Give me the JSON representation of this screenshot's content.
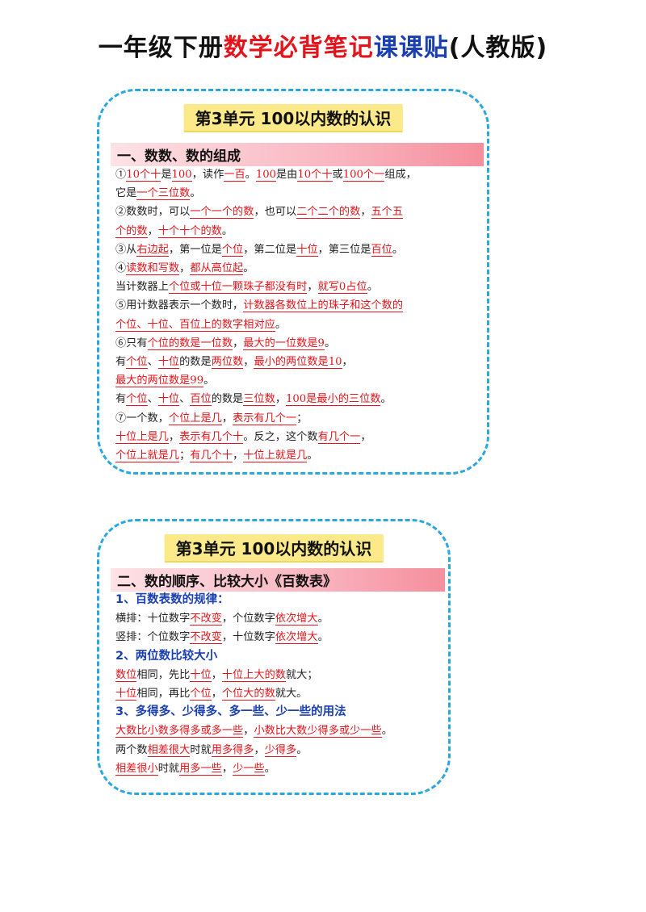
{
  "title": {
    "part1": "一年级下册",
    "part2": "数学必背笔记",
    "part3": "课课贴",
    "part4": "(人教版)"
  },
  "card1": {
    "unit_title": "第3单元  100以内数的认识",
    "section_title": "一、数数、数的组成",
    "lines": [
      [
        {
          "t": "①"
        },
        {
          "t": "10个十",
          "r": 1
        },
        {
          "t": "是"
        },
        {
          "t": "100",
          "r": 1
        },
        {
          "t": "，读作"
        },
        {
          "t": "一百",
          "r": 1
        },
        {
          "t": "。"
        },
        {
          "t": "100",
          "r": 1
        },
        {
          "t": "是由"
        },
        {
          "t": "10个十",
          "r": 1
        },
        {
          "t": "或"
        },
        {
          "t": "100个一",
          "r": 1
        },
        {
          "t": "组成，"
        }
      ],
      [
        {
          "t": "它是"
        },
        {
          "t": "一个三位数",
          "r": 1
        },
        {
          "t": "。"
        }
      ],
      [
        {
          "t": "②数数时，可以"
        },
        {
          "t": "一个一个的数",
          "r": 1
        },
        {
          "t": "，也可以"
        },
        {
          "t": "二个二个的数",
          "r": 1
        },
        {
          "t": "，"
        },
        {
          "t": "五个五",
          "r": 1
        }
      ],
      [
        {
          "t": "个的数",
          "r": 1
        },
        {
          "t": "，"
        },
        {
          "t": "十个十个的数",
          "r": 1
        },
        {
          "t": "。"
        }
      ],
      [
        {
          "t": "③从"
        },
        {
          "t": "右边起",
          "r": 1
        },
        {
          "t": "，第一位是"
        },
        {
          "t": "个位",
          "r": 1
        },
        {
          "t": "，第二位是"
        },
        {
          "t": "十位",
          "r": 1
        },
        {
          "t": "，第三位是"
        },
        {
          "t": "百位",
          "r": 1
        },
        {
          "t": "。"
        }
      ],
      [
        {
          "t": "④"
        },
        {
          "t": "读数和写数",
          "r": 1
        },
        {
          "t": "，"
        },
        {
          "t": "都从高位起",
          "r": 1
        },
        {
          "t": "。"
        }
      ],
      [
        {
          "t": "当计数器上"
        },
        {
          "t": "个位或十位一颗珠子都没有时",
          "r": 1
        },
        {
          "t": "，"
        },
        {
          "t": "就写0占位",
          "r": 1
        },
        {
          "t": "。"
        }
      ],
      [
        {
          "t": "⑤用计数器表示一个数时，"
        },
        {
          "t": "计数器各数位上的珠子和这个数的",
          "r": 1
        }
      ],
      [
        {
          "t": "个位、十位、百位上的数字相对应",
          "r": 1
        },
        {
          "t": "。"
        }
      ],
      [
        {
          "t": "⑥只有"
        },
        {
          "t": "个位的数是一位数",
          "r": 1
        },
        {
          "t": "，"
        },
        {
          "t": "最大的一位数是9",
          "r": 1
        },
        {
          "t": "。"
        }
      ],
      [
        {
          "t": "有"
        },
        {
          "t": "个位",
          "r": 1
        },
        {
          "t": "、"
        },
        {
          "t": "十位",
          "r": 1
        },
        {
          "t": "的数是"
        },
        {
          "t": "两位数",
          "r": 1
        },
        {
          "t": "，"
        },
        {
          "t": "最小的两位数是10",
          "r": 1
        },
        {
          "t": "，"
        }
      ],
      [
        {
          "t": "最大的两位数是99",
          "r": 1
        },
        {
          "t": "。"
        }
      ],
      [
        {
          "t": "有"
        },
        {
          "t": "个位",
          "r": 1
        },
        {
          "t": "、"
        },
        {
          "t": "十位",
          "r": 1
        },
        {
          "t": "、"
        },
        {
          "t": "百位",
          "r": 1
        },
        {
          "t": "的数是"
        },
        {
          "t": "三位数",
          "r": 1
        },
        {
          "t": "，"
        },
        {
          "t": "100是最小的三位数",
          "r": 1
        },
        {
          "t": "。"
        }
      ],
      [
        {
          "t": "⑦一个数，"
        },
        {
          "t": "个位上是几",
          "r": 1
        },
        {
          "t": "，"
        },
        {
          "t": "表示有几个一",
          "r": 1
        },
        {
          "t": "；"
        }
      ],
      [
        {
          "t": "十位上是几",
          "r": 1
        },
        {
          "t": "，"
        },
        {
          "t": "表示有几个十",
          "r": 1
        },
        {
          "t": "。反之，这个数"
        },
        {
          "t": "有几个一",
          "r": 1
        },
        {
          "t": "，"
        }
      ],
      [
        {
          "t": "个位上就是几",
          "r": 1
        },
        {
          "t": "；"
        },
        {
          "t": "有几个十",
          "r": 1
        },
        {
          "t": "，"
        },
        {
          "t": "十位上就是几",
          "r": 1
        },
        {
          "t": "。"
        }
      ]
    ]
  },
  "card2": {
    "unit_title": "第3单元  100以内数的认识",
    "section_title": "二、数的顺序、比较大小《百数表》",
    "lines": [
      [
        {
          "t": "1、百数表数的规律：",
          "s": 1
        }
      ],
      [
        {
          "t": "横排：十位数字"
        },
        {
          "t": "不改变",
          "r": 1
        },
        {
          "t": "，个位数字"
        },
        {
          "t": "依次增大",
          "r": 1
        },
        {
          "t": "。"
        }
      ],
      [
        {
          "t": "竖排：个位数字"
        },
        {
          "t": "不改变",
          "r": 1
        },
        {
          "t": "，十位数字"
        },
        {
          "t": "依次增大",
          "r": 1
        },
        {
          "t": "。"
        }
      ],
      [
        {
          "t": "2、两位数比较大小",
          "s": 1
        }
      ],
      [
        {
          "t": "数位",
          "r": 1
        },
        {
          "t": "相同，先比"
        },
        {
          "t": "十位",
          "r": 1
        },
        {
          "t": "，"
        },
        {
          "t": "十位上大的数",
          "r": 1
        },
        {
          "t": "就大；"
        }
      ],
      [
        {
          "t": "十位",
          "r": 1
        },
        {
          "t": "相同，再比"
        },
        {
          "t": "个位",
          "r": 1
        },
        {
          "t": "，"
        },
        {
          "t": "个位大的数",
          "r": 1
        },
        {
          "t": "就大。"
        }
      ],
      [
        {
          "t": "3、多得多、少得多、多一些、少一些的用法",
          "s": 1
        }
      ],
      [
        {
          "t": "大数比小数多得多或多一些",
          "r": 1
        },
        {
          "t": "，"
        },
        {
          "t": "小数比大数少得多或少一些",
          "r": 1
        },
        {
          "t": "。"
        }
      ],
      [
        {
          "t": "两个数"
        },
        {
          "t": "相差很大",
          "r": 1
        },
        {
          "t": "时就"
        },
        {
          "t": "用多得多",
          "r": 1
        },
        {
          "t": "，"
        },
        {
          "t": "少得多",
          "r": 1
        },
        {
          "t": "。"
        }
      ],
      [
        {
          "t": "相差很小",
          "r": 1
        },
        {
          "t": "时就"
        },
        {
          "t": "用多一些",
          "r": 1
        },
        {
          "t": "，"
        },
        {
          "t": "少一些",
          "r": 1
        },
        {
          "t": "。"
        }
      ]
    ]
  }
}
